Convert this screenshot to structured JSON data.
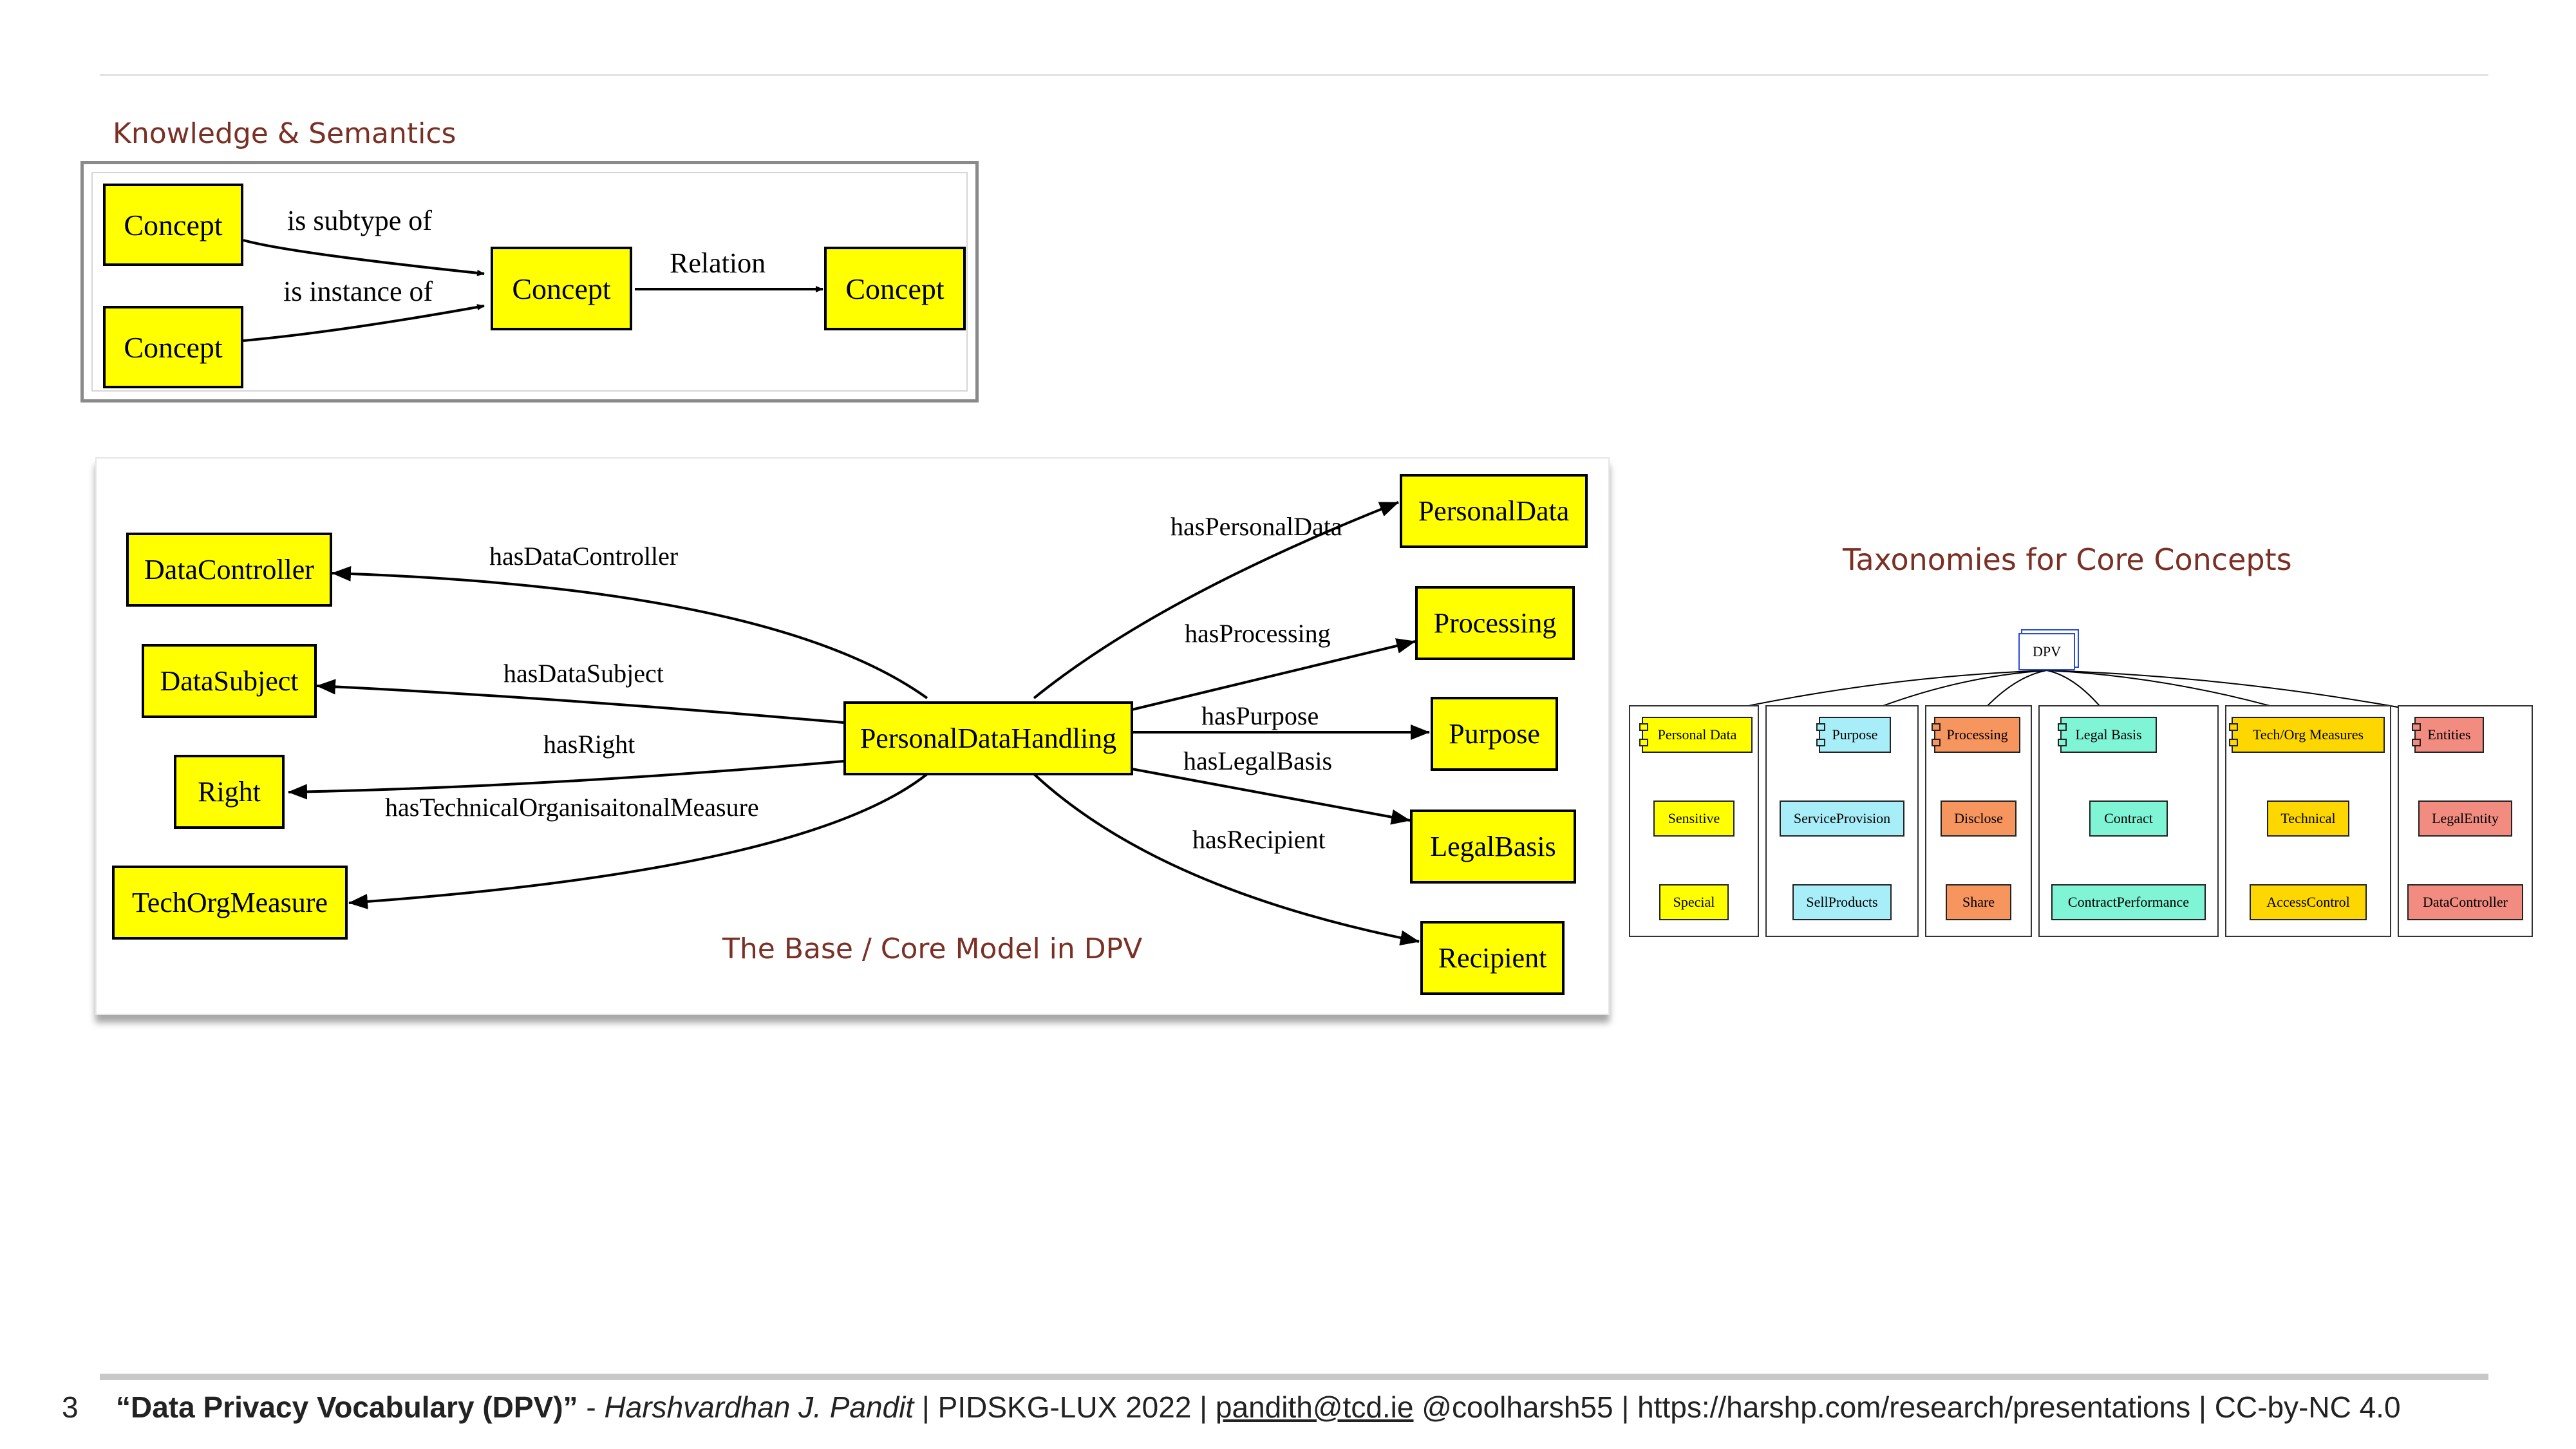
{
  "slide_number": "3",
  "knowledge_semantics": {
    "title": "Knowledge & Semantics",
    "nodes": {
      "concept_top_left": "Concept",
      "concept_bottom_left": "Concept",
      "concept_middle": "Concept",
      "concept_right": "Concept"
    },
    "edges": {
      "subtype": "is subtype of",
      "instance": "is instance of",
      "relation": "Relation"
    }
  },
  "core_model": {
    "caption": "The Base / Core Model in DPV",
    "center": "PersonalDataHandling",
    "left_nodes": {
      "data_controller": "DataController",
      "data_subject": "DataSubject",
      "right": "Right",
      "tech_org_measure": "TechOrgMeasure"
    },
    "right_nodes": {
      "personal_data": "PersonalData",
      "processing": "Processing",
      "purpose": "Purpose",
      "legal_basis": "LegalBasis",
      "recipient": "Recipient"
    },
    "edge_labels": {
      "has_data_controller": "hasDataController",
      "has_data_subject": "hasDataSubject",
      "has_right": "hasRight",
      "has_tom": "hasTechnicalOrganisaitonalMeasure",
      "has_personal_data": "hasPersonalData",
      "has_processing": "hasProcessing",
      "has_purpose": "hasPurpose",
      "has_legal_basis": "hasLegalBasis",
      "has_recipient": "hasRecipient"
    }
  },
  "taxonomies": {
    "title": "Taxonomies for Core Concepts",
    "root": "DPV",
    "columns": [
      {
        "header": "Personal Data",
        "child": "Sensitive",
        "grandchild": "Special",
        "color": "#ffff00"
      },
      {
        "header": "Purpose",
        "child": "ServiceProvision",
        "grandchild": "SellProducts",
        "color": "#a8eef8"
      },
      {
        "header": "Processing",
        "child": "Disclose",
        "grandchild": "Share",
        "color": "#f7955f"
      },
      {
        "header": "Legal Basis",
        "child": "Contract",
        "grandchild": "ContractPerformance",
        "color": "#7ff5d6"
      },
      {
        "header": "Tech/Org Measures",
        "child": "Technical",
        "grandchild": "AccessControl",
        "color": "#ffd700"
      },
      {
        "header": "Entities",
        "child": "LegalEntity",
        "grandchild": "DataController",
        "color": "#f28c80"
      }
    ]
  },
  "footer": {
    "title": "“Data Privacy Vocabulary (DPV)”",
    "sep1": " - ",
    "author": "Harshvardhan J. Pandit",
    "venue": " | PIDSKG-LUX 2022 | ",
    "email": "pandith@tcd.ie",
    "rest": " @coolharsh55 | https://harshp.com/research/presentations | CC-by-NC 4.0"
  }
}
